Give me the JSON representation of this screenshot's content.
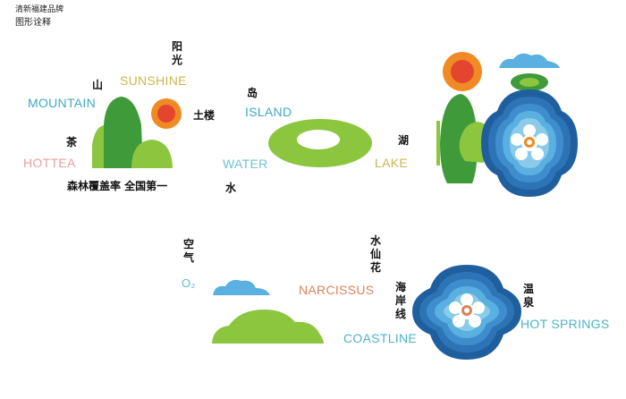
{
  "header": {
    "line1": "清新福建品牌",
    "line2": "图形诠释"
  },
  "labels": {
    "sunshine_zh": "阳光",
    "sunshine_en": "SUNSHINE",
    "mountain_zh": "山",
    "mountain_en": "MOUNTAIN",
    "tulou_zh": "土楼",
    "tea_zh": "茶",
    "tea_en": "HOTTEA",
    "forest_zh": "森林覆盖率 全国第一",
    "island_zh": "岛",
    "island_en": "ISLAND",
    "water_en": "WATER",
    "water_zh": "水",
    "lake_zh": "湖",
    "lake_en": "LAKE",
    "air_zh": "空气",
    "air_en": "O₂",
    "narcissus_zh": "水仙花",
    "narcissus_en": "NARCISSUS",
    "coast_zh": "海岸线",
    "coast_en": "COASTLINE",
    "hotspring_zh": "温泉",
    "hotspring_en": "HOT SPRINGS"
  },
  "colors": {
    "sunshine": "#c9b84e",
    "mountain": "#3fa9c4",
    "tea": "#e8a0a0",
    "water": "#6fc3d6",
    "lake": "#c9b84e",
    "air": "#5fb8d6",
    "narcissus": "#d8845a",
    "coastline": "#4fb3c8",
    "hotspring": "#4fb3c8",
    "green_dark": "#3f9a3a",
    "green_light": "#8cc63f",
    "sun_red": "#e3452f",
    "sun_orange": "#f08a24",
    "blue_deep": "#1f5f9e",
    "blue_light": "#5ab0e0"
  }
}
